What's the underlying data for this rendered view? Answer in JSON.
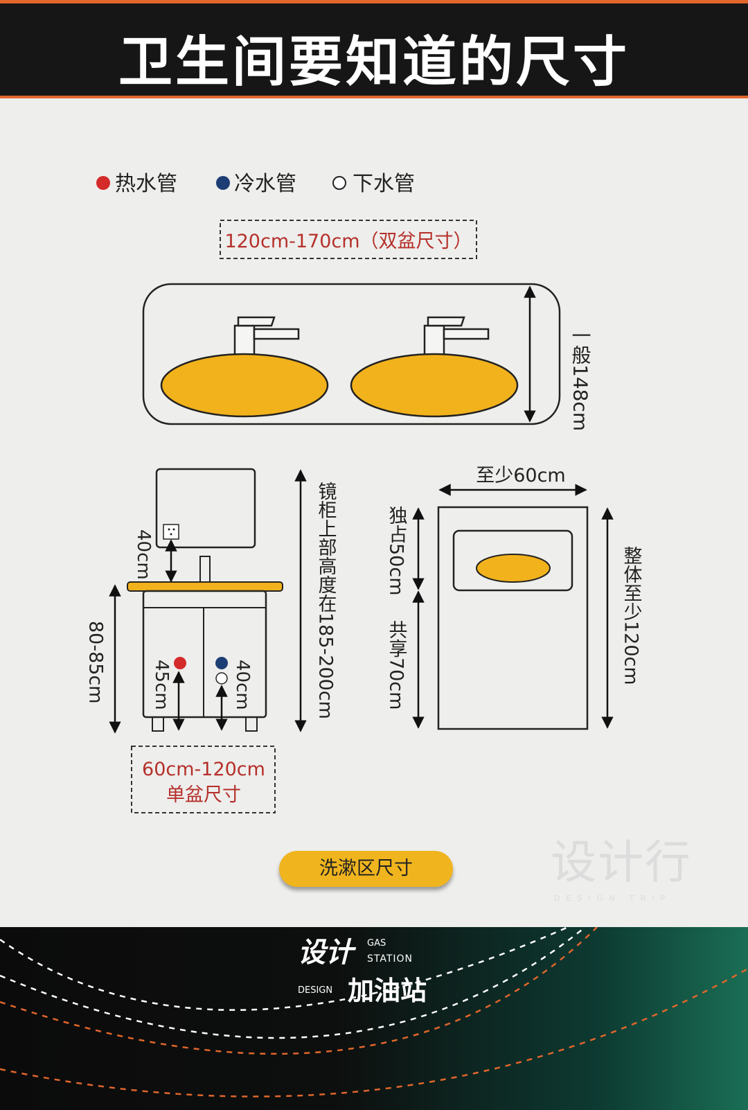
{
  "header": {
    "title": "卫生间要知道的尺寸"
  },
  "legend": [
    {
      "label": "热水管",
      "color": "#d42a2a"
    },
    {
      "label": "冷水管",
      "color": "#1d3e74"
    },
    {
      "label": "下水管",
      "color": "#ffffff"
    }
  ],
  "double_basin": {
    "width_label": "120cm-170cm（双盆尺寸）",
    "depth_label": "一般148cm"
  },
  "single_basin": {
    "mirror_gap": "40cm",
    "counter_height": "80-85cm",
    "hot_pipe_height": "45cm",
    "cold_pipe_height": "40cm",
    "mirror_top_height": "镜柜上部高度在185-200cm",
    "width_line1": "60cm-120cm",
    "width_line2": "单盆尺寸"
  },
  "space": {
    "width": "至少60cm",
    "exclusive": "独占50cm",
    "shared": "共享70cm",
    "total": "整体至少120cm"
  },
  "section_button": "洗漱区尺寸",
  "watermark": {
    "main": "设计行",
    "sub": "DESIGN TRIP"
  },
  "footer_logo": {
    "cn1": "设计",
    "gas": "GAS",
    "station": "STATION",
    "design": "DESIGN",
    "cn2": "加油站"
  },
  "colors": {
    "accent": "#f0b51e",
    "red_text": "#b5302a",
    "header_bg": "#161616",
    "header_line": "#e0662c"
  }
}
